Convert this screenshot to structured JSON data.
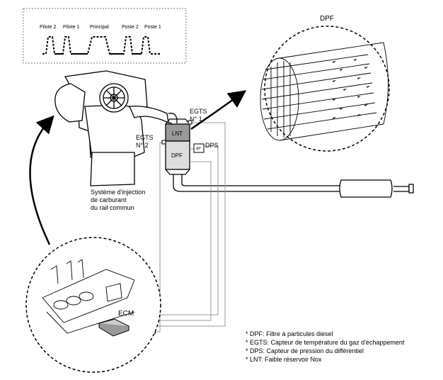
{
  "pulse": {
    "labels": [
      "Pilote 2",
      "Pilote 1",
      "Principal",
      "Poste 2",
      "Poste 1"
    ]
  },
  "dpf_title": "DPF",
  "egts1": [
    "EGTS",
    "N° 1"
  ],
  "egts2": [
    "EGTS",
    "N° 2"
  ],
  "lnt_label": "LNT",
  "dpf_box_label": "DPF",
  "dp_label": "ΔP",
  "dps_label": "DPS",
  "engine_label": [
    "Système d'injection",
    "de carburant",
    "du rail commun"
  ],
  "ecm_label": "ECM",
  "notes": [
    "* DPF: Filtre à particules diesel",
    "* EGTS: Capteur de température du gaz d'échappement",
    "* DPS: Capteur de pression du différentiel",
    "* LNT: Faible réservoir Nox"
  ]
}
